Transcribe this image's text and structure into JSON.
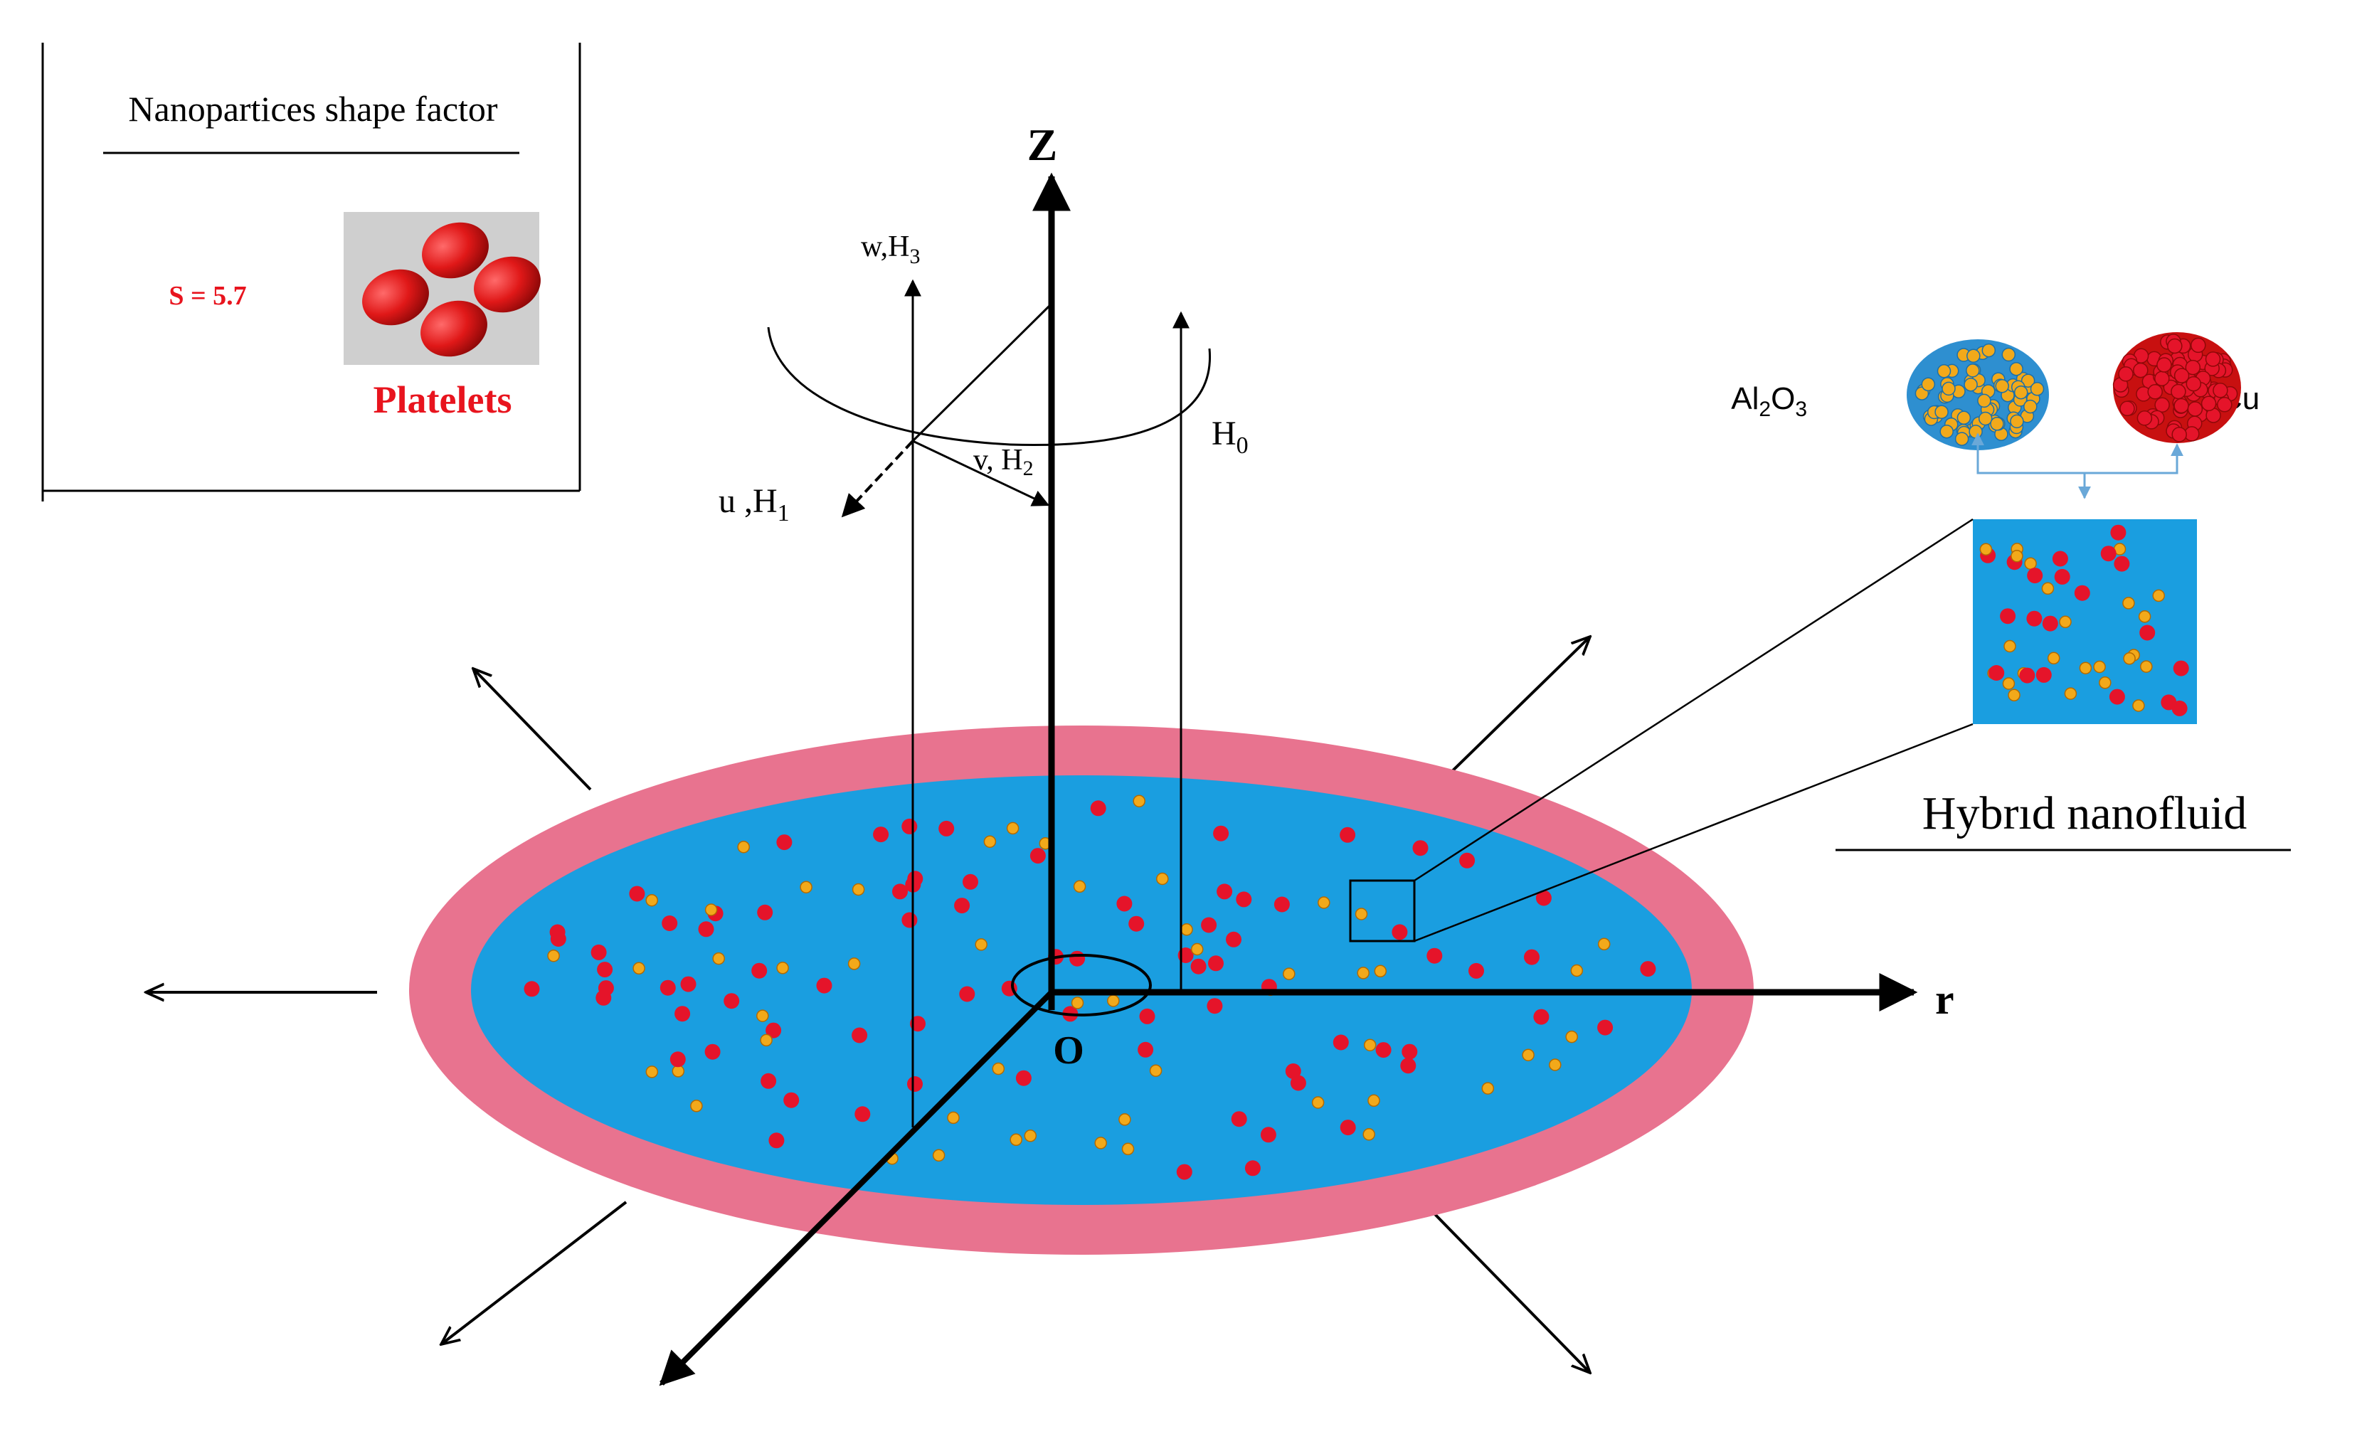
{
  "inset": {
    "title": "Nanopartices shape factor",
    "shape_value": "S = 5.7",
    "shape_name": "Platelets"
  },
  "axes": {
    "z": "Z",
    "r": "r",
    "origin": "O"
  },
  "labels": {
    "w": "w,H",
    "w_sub": "3",
    "u": "u ,H",
    "u_sub": "1",
    "v": "v, H",
    "v_sub": "2",
    "h0": "H",
    "h0_sub": "0"
  },
  "nanofluid": {
    "al_prefix": "Al",
    "al_sub1": "2",
    "al_mid": "O",
    "al_sub2": "3",
    "cu": "Cu",
    "caption": "Hybrıd nanofluid"
  },
  "colors": {
    "disk_rim": "#e8738f",
    "fluid": "#1a9ee0",
    "particle_red": "#e5142a",
    "particle_yellow": "#f2a91a",
    "platelet_red": "#e41e1e",
    "label_red": "#e8141e"
  }
}
